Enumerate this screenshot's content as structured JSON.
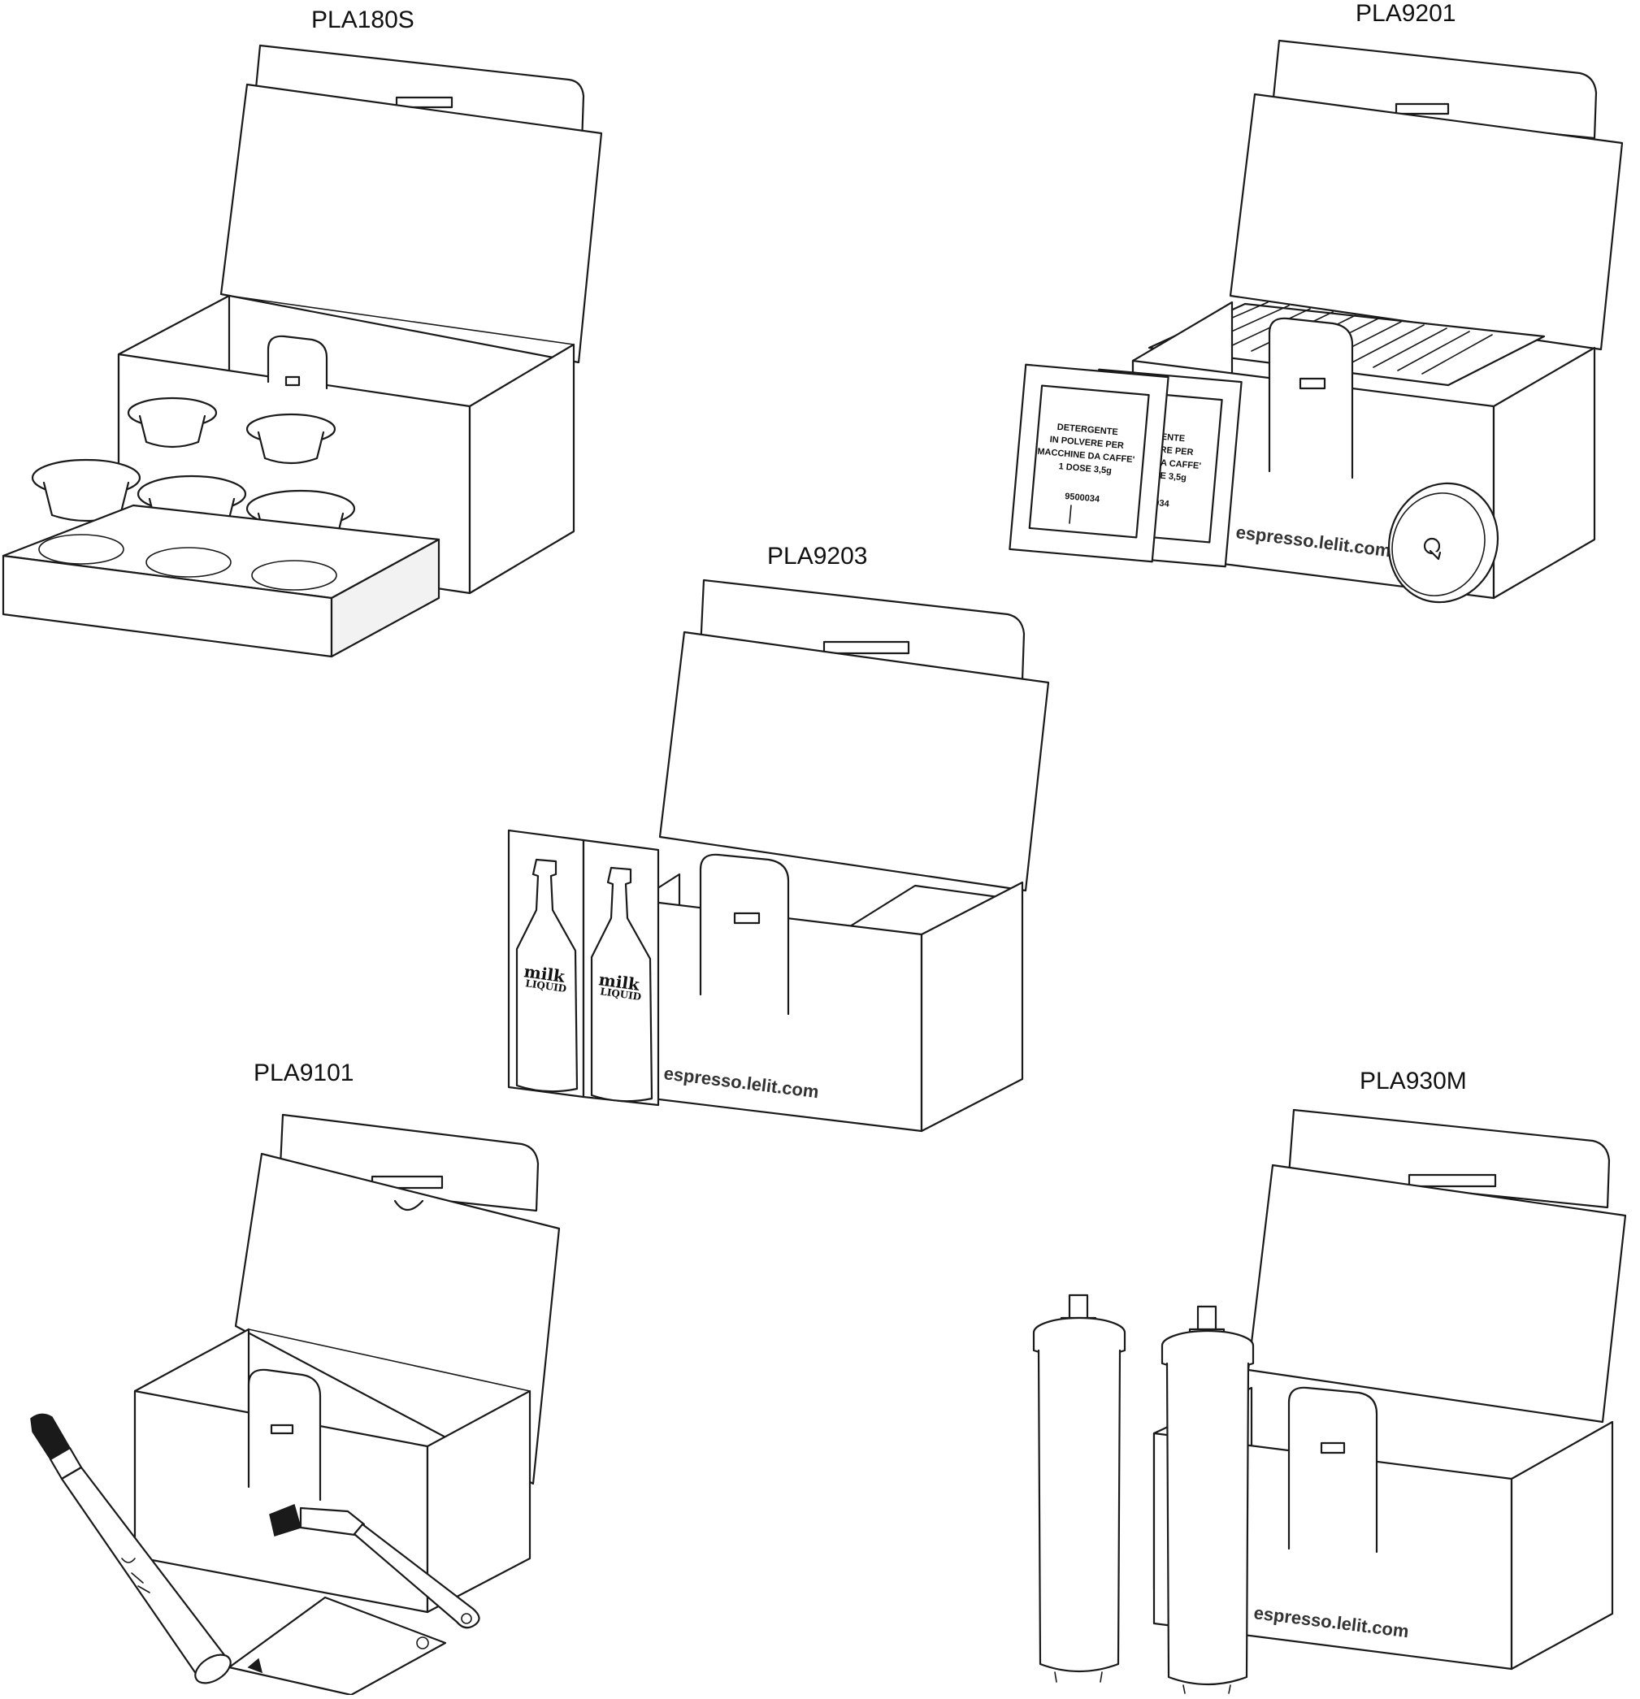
{
  "kits": [
    {
      "code": "PLA180S"
    },
    {
      "code": "PLA9201"
    },
    {
      "code": "PLA9203"
    },
    {
      "code": "PLA9101"
    },
    {
      "code": "PLA930M"
    }
  ],
  "box_print": "espresso.lelit.com",
  "sachet": {
    "lines": [
      "DETERGENTE",
      "IN POLVERE PER",
      "MACCHINE DA CAFFE'",
      "1 DOSE 3,5g"
    ],
    "back_lines": [
      "GENTE",
      "ERE PER",
      "DA CAFFE'",
      "SE 3,5g"
    ],
    "code": "9500034",
    "back_code": "034"
  },
  "bottle_label": {
    "top": "milk",
    "bottom": "LIQUID"
  },
  "colors": {
    "line": "#1a1a1a",
    "paper": "#ffffff",
    "shade": "#f2f2f2"
  }
}
